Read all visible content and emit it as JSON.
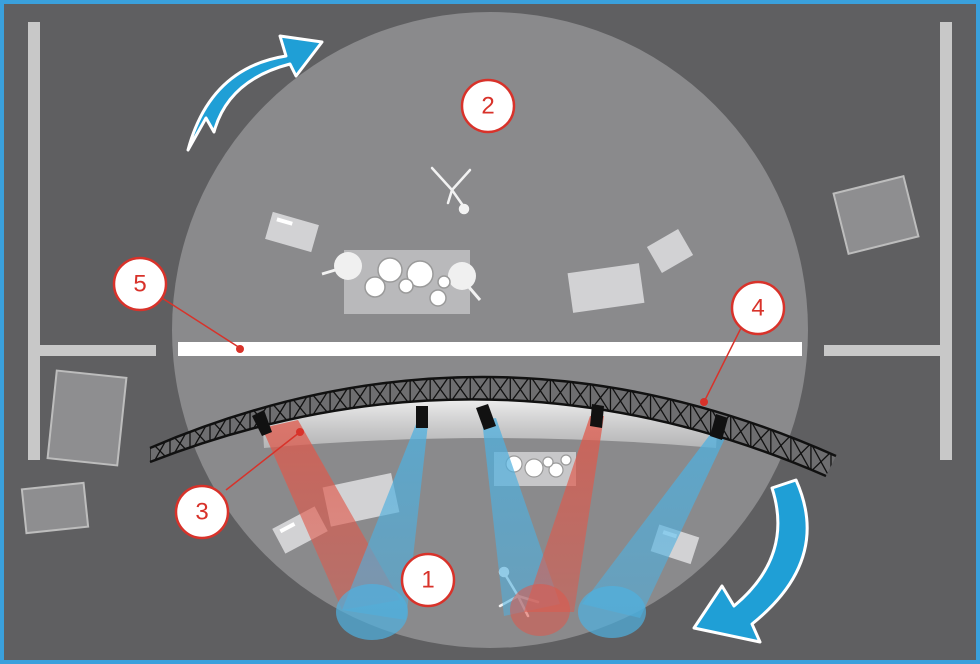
{
  "diagram": {
    "colors": {
      "frame_border": "#3aa0dc",
      "floor": "#5f5f61",
      "turntable": "#8a8a8c",
      "wall": "#c8c8c8",
      "set_piece": "#c9c9cb",
      "curtain_track": "#ffffff",
      "truss": "#1a1a1a",
      "rotation_arrow": "#1f9fd6",
      "callout_red": "#d8322a",
      "beam_red": "#e0584a",
      "beam_blue": "#4fb0df"
    },
    "icons": {
      "rotation_arrows": "curved-arrow-icon",
      "microphones": "microphone-stand-icon",
      "drum_kits": "drum-kit-icon",
      "lights": "spotlight-icon"
    },
    "callouts": [
      {
        "number": "1"
      },
      {
        "number": "2"
      },
      {
        "number": "3"
      },
      {
        "number": "4"
      },
      {
        "number": "5"
      }
    ]
  }
}
